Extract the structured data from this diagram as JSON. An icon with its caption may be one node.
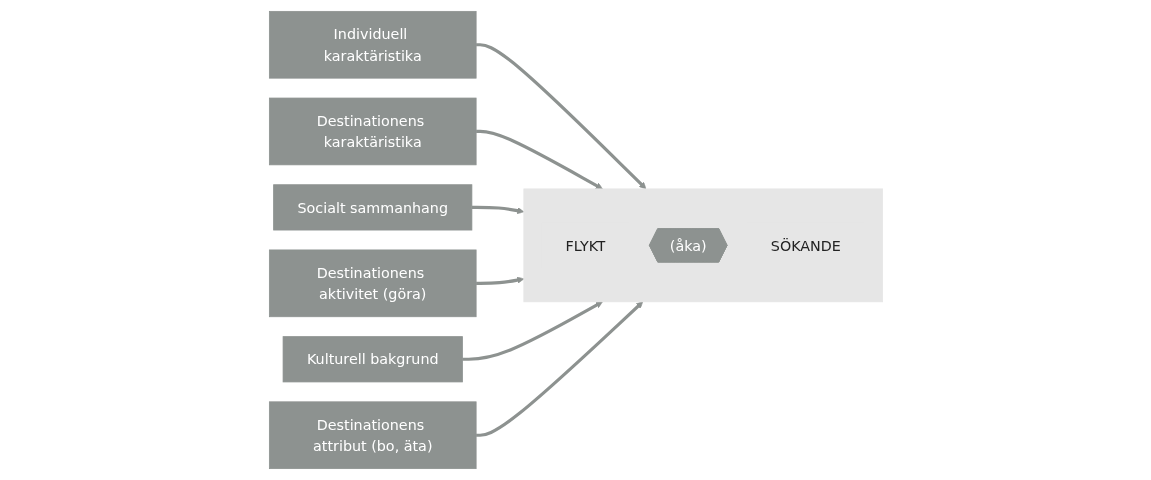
{
  "diagram": {
    "nodes": [
      {
        "text": [
          "Individuell karaktäristika"
        ]
      },
      {
        "text": [],
        "shape": "box"
      },
      {
        "text": [
          "FLYKT"
        ],
        "in": 1
      },
      {
        "text": [
          "(åka)"
        ],
        "in": 1
      },
      {
        "text": [
          "SÖKANDE"
        ],
        "in": 1
      },
      {
        "text": [
          "Destinationens karaktäristika"
        ]
      },
      {
        "text": [
          "Socialt sammanhang"
        ]
      },
      {
        "text": [
          "Destinationens aktivitet (göra)"
        ]
      },
      {
        "text": [
          "Kulturell bakgrund"
        ]
      },
      {
        "text": [
          "Destinationens attribut (bo, äta)"
        ]
      }
    ],
    "edges": [
      {
        "from": 0,
        "to": 1,
        "arrow": "to"
      },
      {
        "from": 5,
        "to": 1,
        "arrow": "to"
      },
      {
        "from": 6,
        "to": 1,
        "arrow": "to"
      },
      {
        "from": 7,
        "to": 1,
        "arrow": "to"
      },
      {
        "from": 8,
        "to": 1,
        "arrow": "to"
      },
      {
        "from": 9,
        "to": 1,
        "arrow": "to"
      }
    ]
  }
}
